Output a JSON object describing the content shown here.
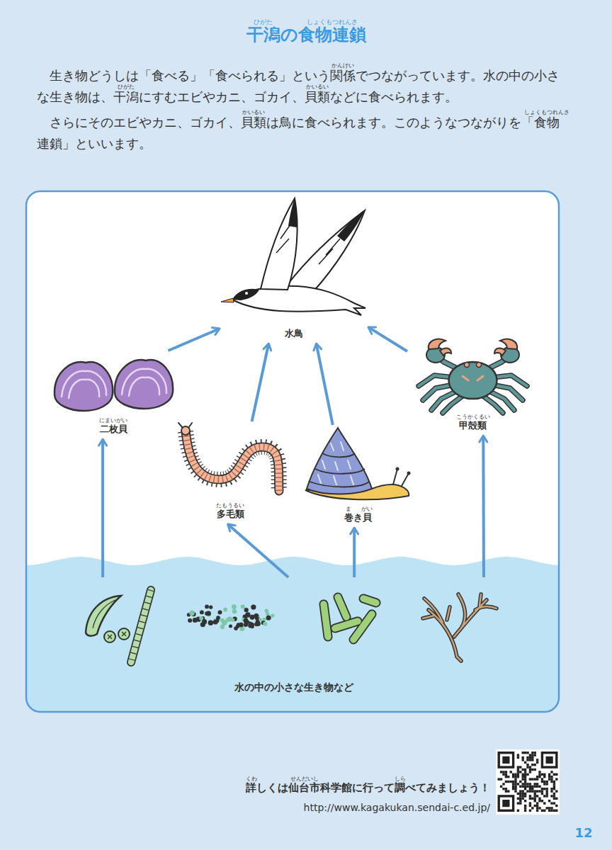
{
  "diagram": {
    "title": "干潟の食物連鎖",
    "nodes": [
      {
        "text": [
          "水鳥"
        ]
      },
      {
        "text": [
          "にまいがい",
          "二枚貝"
        ]
      },
      {
        "text": [
          "こうかくるい",
          "甲殻類"
        ]
      },
      {
        "text": [
          "たもうるい",
          "多毛類"
        ]
      },
      {
        "text": [
          "ま",
          "がい",
          "巻き貝"
        ]
      },
      {
        "text": [
          "水の中の小さな生き物など"
        ]
      }
    ],
    "edges": [
      {
        "from": 1,
        "to": 0,
        "arrow": "to"
      },
      {
        "from": 3,
        "to": 0,
        "arrow": "to"
      },
      {
        "from": 4,
        "to": 0,
        "arrow": "to"
      },
      {
        "from": 2,
        "to": 0,
        "arrow": "to"
      },
      {
        "from": 5,
        "to": 1,
        "arrow": "to"
      },
      {
        "from": 5,
        "to": 3,
        "arrow": "to"
      },
      {
        "from": 5,
        "to": 4,
        "arrow": "to"
      },
      {
        "from": 5,
        "to": 2,
        "arrow": "to"
      }
    ],
    "labels": [
      "ひがた",
      "しょくもつれんさ",
      "生き物どうしは「食べる」「食べられる」という関係でつながっています。水の中の小さな生き物は、干潟にすむエビやカニ、ゴカイ、貝類などに食べられます。",
      "さらにそのエビやカニ、ゴカイ、貝類は鳥に食べられます。このようなつながりを「食物連鎖」といいます。",
      "かんけい",
      "ひがた",
      "かいるい",
      "かいるい",
      "しょくもつれんさ",
      "詳しくは仙台市科学館に行って調べてみましょう！",
      "くわ",
      "せんだいし",
      "しら",
      "http://www.kagakukan.sendai-c.ed.jp/",
      "12"
    ]
  }
}
